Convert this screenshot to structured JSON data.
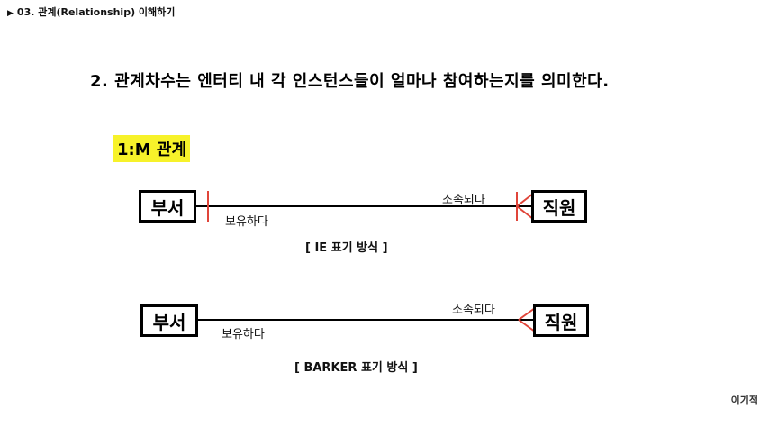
{
  "breadcrumb": {
    "marker": "▶",
    "text": "03. 관계(Relationship) 이해하기"
  },
  "heading": "2. 관계차수는 엔터티 내 각 인스턴스들이 얼마나 참여하는지를 의미한다.",
  "highlight": "1:M 관계",
  "diagrams": [
    {
      "left_entity": "부서",
      "right_entity": "직원",
      "label_right_above": "소속되다",
      "label_left_below": "보유하다",
      "caption": "[ IE 표기 방식 ]"
    },
    {
      "left_entity": "부서",
      "right_entity": "직원",
      "label_right_above": "소속되다",
      "label_left_below": "보유하다",
      "caption": "[ BARKER 표기 방식 ]"
    }
  ],
  "watermark": "이기적",
  "colors": {
    "notation_red": "#e0453a",
    "highlight_yellow": "#f7f22a"
  }
}
